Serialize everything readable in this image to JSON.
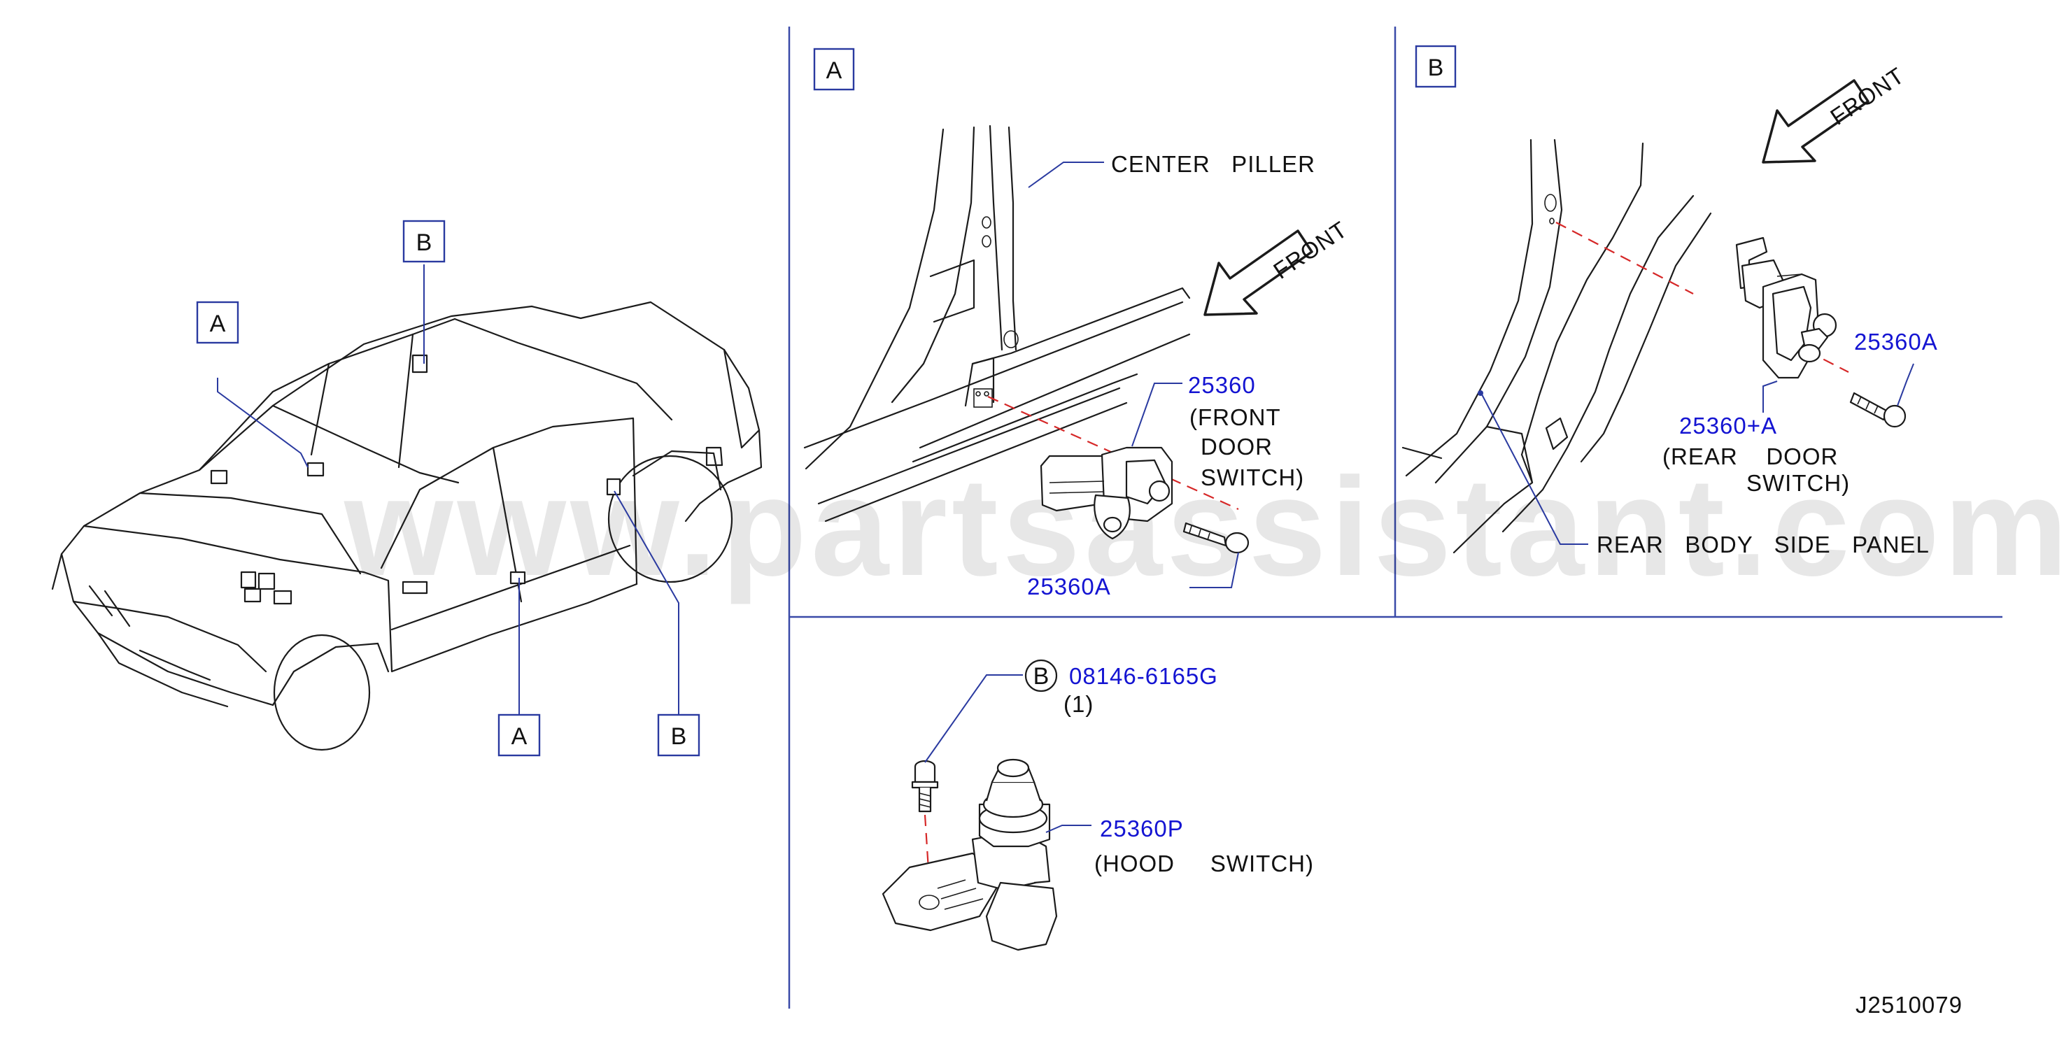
{
  "watermark": "www.partsassistant.com",
  "drawing_id": "J2510079",
  "overview": {
    "callouts": [
      "A",
      "B",
      "A",
      "B"
    ]
  },
  "panel_a": {
    "tag": "A",
    "center_piller_label": "CENTER   PILLER",
    "front_label": "FRONT",
    "part_main_number": "25360",
    "part_main_desc": [
      "(FRONT",
      "DOOR",
      "SWITCH)"
    ],
    "screw_number": "25360A"
  },
  "panel_b": {
    "tag": "B",
    "front_label": "FRONT",
    "screw_number": "25360A",
    "part_main_number": "25360+A",
    "part_main_desc": [
      "(REAR    DOOR",
      "SWITCH)"
    ],
    "rear_panel_label": "REAR   BODY   SIDE   PANEL"
  },
  "panel_c": {
    "bolt_circle": "B",
    "bolt_number": "08146-6165G",
    "bolt_qty": "(1)",
    "switch_number": "25360P",
    "switch_desc": "(HOOD     SWITCH)"
  }
}
